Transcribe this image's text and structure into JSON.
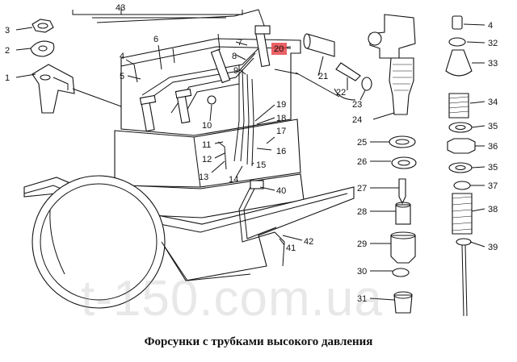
{
  "caption": "Форсунки с трубками высокого давления",
  "watermark": "t-150.com.ua",
  "highlight_color": "#e8474b",
  "labels": {
    "l1": "1",
    "l2": "2",
    "l3": "3",
    "l4a": "4",
    "l5": "5",
    "l6": "6",
    "l7": "7",
    "l8": "8",
    "l9": "9",
    "l10": "10",
    "l11": "11",
    "l12": "12",
    "l13": "13",
    "l14": "14",
    "l15": "15",
    "l16": "16",
    "l17": "17",
    "l18": "18",
    "l19": "19",
    "l20": "20",
    "l21": "21",
    "l22": "22",
    "l23": "23",
    "l24": "24",
    "l25": "25",
    "l26": "26",
    "l27": "27",
    "l28": "28",
    "l29": "29",
    "l30": "30",
    "l31": "31",
    "l4b": "4",
    "l32": "32",
    "l33": "33",
    "l34": "34",
    "l35a": "35",
    "l36": "36",
    "l35b": "35",
    "l37": "37",
    "l38": "38",
    "l39": "39",
    "l40": "40",
    "l41": "41",
    "l42": "42",
    "l43": "43"
  }
}
